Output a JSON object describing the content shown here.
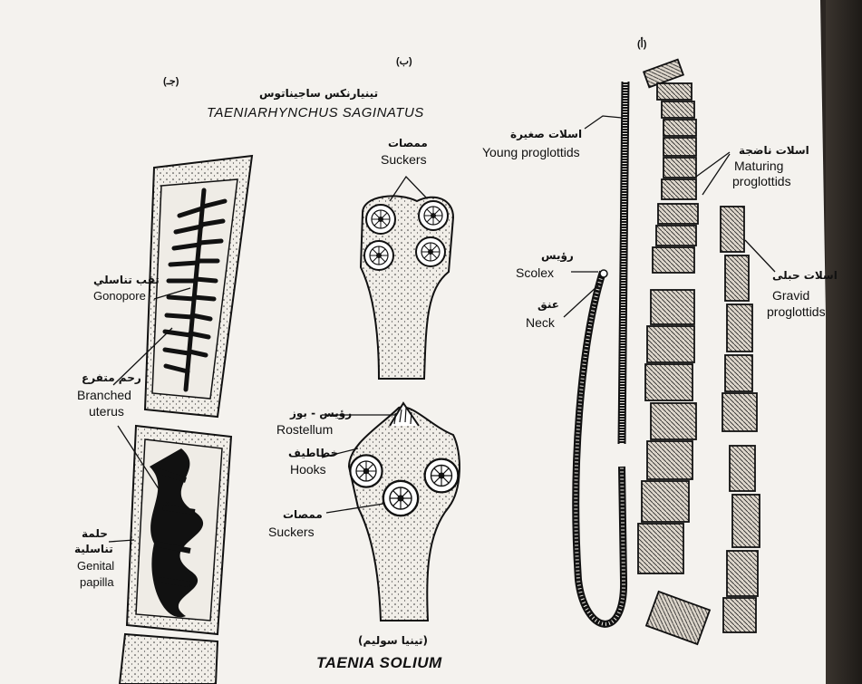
{
  "panels": {
    "a": {
      "tag": "(أ)"
    },
    "b": {
      "tag": "(ب)"
    },
    "c": {
      "tag": "(جـ)"
    }
  },
  "taeniarhynchus": {
    "title_ar": "تينيارنكس ساجيناتوس",
    "title_en": "TAENIARHYNCHUS SAGINATUS",
    "gonopore_ar": "ثقب تناسلي",
    "gonopore_en": "Gonopore",
    "uterus_ar": "رحم متفرع",
    "uterus_en_1": "Branched",
    "uterus_en_2": "uterus",
    "papilla_ar_1": "حلمة",
    "papilla_ar_2": "تناسلية",
    "papilla_en_1": "Genital",
    "papilla_en_2": "papilla"
  },
  "taenia_solium": {
    "suckers_top_ar": "ممصات",
    "suckers_top_en": "Suckers",
    "rostellum_ar": "رؤيس - بوز",
    "rostellum_en": "Rostellum",
    "hooks_ar": "خطاطيف",
    "hooks_en": "Hooks",
    "suckers_bottom_ar": "ممصات",
    "suckers_bottom_en": "Suckers",
    "title_ar": "(تينيا سوليم)",
    "title_en": "TAENIA SOLIUM"
  },
  "whole_worm": {
    "young_ar": "اسلات صغيرة",
    "young_en": "Young proglottids",
    "scolex_ar": "رؤيس",
    "scolex_en": "Scolex",
    "neck_ar": "عنق",
    "neck_en": "Neck",
    "maturing_ar": "اسلات ناضجة",
    "maturing_en_1": "Maturing",
    "maturing_en_2": "proglottids",
    "gravid_ar": "اسلات حبلى",
    "gravid_en_1": "Gravid",
    "gravid_en_2": "proglottids"
  },
  "colors": {
    "ink": "#111111",
    "paper": "#f4f2ee",
    "fill": "#e9e5de"
  }
}
